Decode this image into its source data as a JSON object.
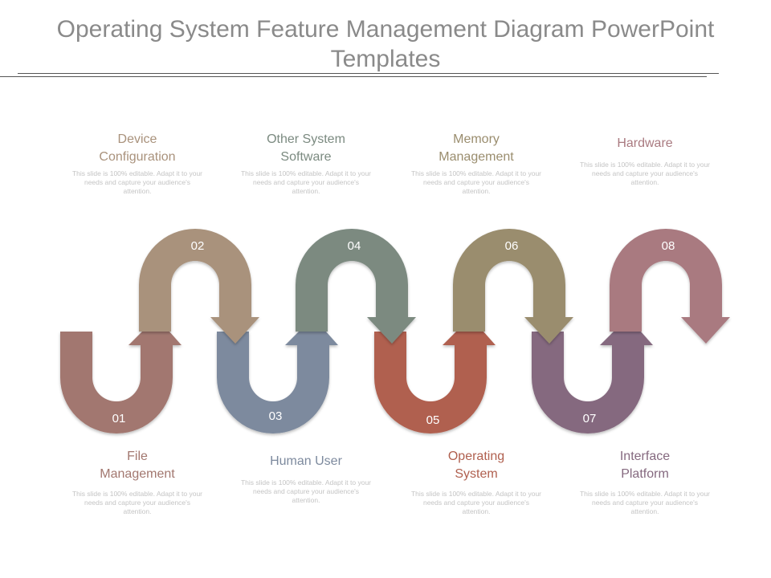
{
  "title": "Operating System Feature Management Diagram PowerPoint Templates",
  "colors": {
    "01": "#a2776f",
    "02": "#a9927c",
    "03": "#7d8a9e",
    "04": "#7b8a80",
    "05": "#b0604f",
    "06": "#9a8d6e",
    "07": "#85697f",
    "08": "#a97a80",
    "title": "#8a8a8a",
    "body_text": "#c4c4c4"
  },
  "steps": [
    {
      "num": "01",
      "title": "File\nManagement",
      "text": "This slide is 100% editable. Adapt it to your needs and capture your audience's attention.",
      "title_color": "#a2776f"
    },
    {
      "num": "02",
      "title": "Device\nConfiguration",
      "text": "This slide is 100% editable. Adapt it to your needs and capture your audience's attention.",
      "title_color": "#a9927c"
    },
    {
      "num": "03",
      "title": "Human User",
      "text": "This slide is 100% editable. Adapt it to your needs and capture your audience's attention.",
      "title_color": "#7d8a9e"
    },
    {
      "num": "04",
      "title": "Other System\nSoftware",
      "text": "This slide is 100% editable. Adapt it to your needs and capture your audience's attention.",
      "title_color": "#7b8a80"
    },
    {
      "num": "05",
      "title": "Operating\nSystem",
      "text": "This slide is 100% editable. Adapt it to your needs and capture your audience's attention.",
      "title_color": "#b0604f"
    },
    {
      "num": "06",
      "title": "Memory\nManagement",
      "text": "This slide is 100% editable. Adapt it to your needs and capture your audience's attention.",
      "title_color": "#9a8d6e"
    },
    {
      "num": "07",
      "title": "Interface\nPlatform",
      "text": "This slide is 100% editable. Adapt it to your needs and capture your audience's attention.",
      "title_color": "#85697f"
    },
    {
      "num": "08",
      "title": "Hardware",
      "text": "This slide is 100% editable. Adapt it to your needs and capture your audience's attention.",
      "title_color": "#a97a80"
    }
  ]
}
